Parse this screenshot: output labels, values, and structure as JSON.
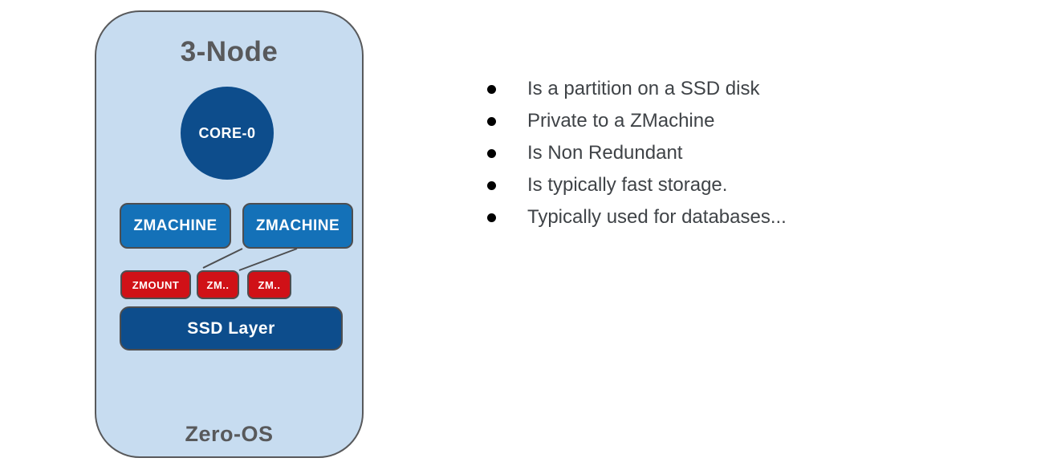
{
  "diagram": {
    "title": "3-Node",
    "core_label": "CORE-0",
    "zmachines": [
      "ZMACHINE",
      "ZMACHINE"
    ],
    "zmounts": [
      "ZMOUNT",
      "ZM..",
      "ZM.."
    ],
    "ssd_label": "SSD Layer",
    "os_label": "Zero-OS"
  },
  "bullets": [
    "Is a partition on a SSD disk",
    "Private to a ZMachine",
    "Is Non Redundant",
    "Is typically fast storage.",
    "Typically used for databases..."
  ],
  "colors": {
    "container_fill": "#c7dcf0",
    "container_border": "#58595b",
    "navy_blue": "#0d4d8c",
    "machine_blue": "#1471b8",
    "mount_red": "#d01117",
    "box_border": "#4d4e50",
    "heading_gray": "#58595b",
    "bullet_text": "#3f4347",
    "bullet_dot": "#000000"
  }
}
